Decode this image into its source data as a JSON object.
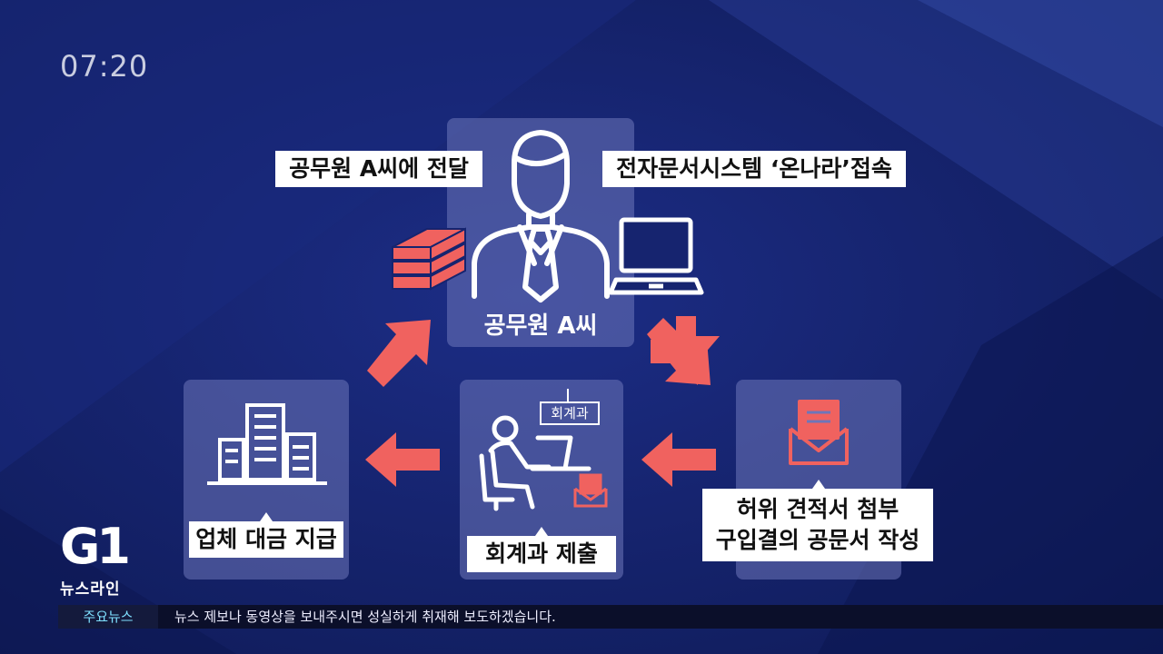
{
  "clock": "07:20",
  "diagram": {
    "center_label": "공무원 A씨",
    "top_left_label": "공무원 A씨에 전달",
    "top_right_label": "전자문서시스템 ‘온나라’접속",
    "right_label_lines": [
      "허위 견적서 첨부",
      "구입결의 공문서 작성"
    ],
    "middle_label": "회계과 제출",
    "middle_sign": "회계과",
    "left_label": "업체 대금 지급"
  },
  "colors": {
    "accent": "#f0625f",
    "box": "#6e76b9",
    "background": "#16246f"
  },
  "icons": {
    "person": "official-person-icon",
    "money": "money-stack-icon",
    "laptop": "laptop-icon",
    "document": "document-envelope-icon",
    "worker": "desk-worker-icon",
    "building": "building-icon"
  },
  "logo": {
    "mark": "G1",
    "sub": "뉴스라인"
  },
  "ticker": {
    "tag": "주요뉴스",
    "message": "뉴스 제보나 동영상을 보내주시면 성실하게 취재해 보도하겠습니다."
  }
}
